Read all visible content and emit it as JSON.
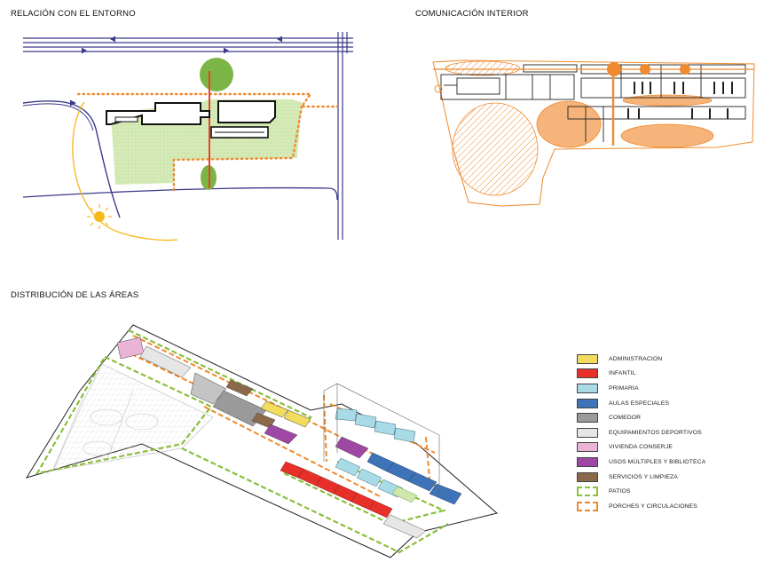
{
  "titles": {
    "entorno": "RELACIÓN CON EL ENTORNO",
    "comunicacion": "COMUNICACIÓN INTERIOR",
    "distribucion": "DISTRIBUCIÓN DE LAS ÁREAS"
  },
  "legend": [
    {
      "label": "ADMINISTRACION",
      "color": "#f1dc5c",
      "style": "fill"
    },
    {
      "label": "INFANTIL",
      "color": "#e8302a",
      "style": "fill"
    },
    {
      "label": "PRIMARIA",
      "color": "#a9dbe6",
      "style": "fill"
    },
    {
      "label": "AULAS ESPECIALES",
      "color": "#3f73b8",
      "style": "fill"
    },
    {
      "label": "COMEDOR",
      "color": "#9a9a9a",
      "style": "fill"
    },
    {
      "label": "EQUIPAMIENTOS DEPORTIVOS",
      "color": "#e6e6e6",
      "style": "fill"
    },
    {
      "label": "VIVIENDA CONSERJE",
      "color": "#eab4d6",
      "style": "fill"
    },
    {
      "label": "USOS  MÚLTIPLES Y BIBLIOTECA",
      "color": "#9e47a5",
      "style": "fill"
    },
    {
      "label": "SERVICIOS Y LIMPIEZA",
      "color": "#8a6a4a",
      "style": "fill"
    },
    {
      "label": "PATIOS",
      "color": "#8bbf3c",
      "style": "dash"
    },
    {
      "label": "PORCHES Y CIRCULACIONES",
      "color": "#ef8a2e",
      "style": "dash"
    }
  ],
  "colors": {
    "road": "#3b3a8a",
    "orange": "#ef8a2e",
    "green": "#6aac3a",
    "lightgreen": "#cfe6ad",
    "sun": "#f6b81a",
    "red": "#e8402a"
  }
}
